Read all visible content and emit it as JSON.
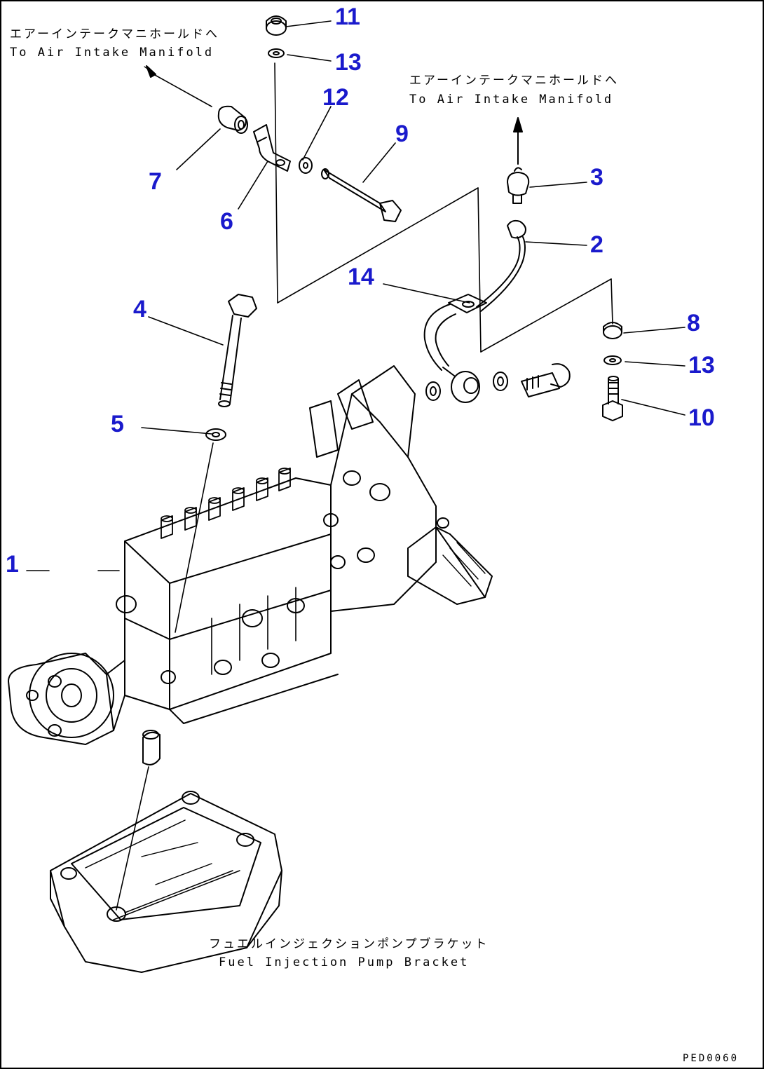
{
  "captions": {
    "air_intake_left_jp": "エアーインテークマニホールドへ",
    "air_intake_left_en": "To Air Intake Manifold",
    "air_intake_right_jp": "エアーインテークマニホールドへ",
    "air_intake_right_en": "To Air Intake Manifold",
    "bracket_jp": "フュエルインジェクションポンプブラケット",
    "bracket_en": "Fuel Injection Pump Bracket"
  },
  "drawing_code": "PED0060",
  "callouts": {
    "c1": "1",
    "c2": "2",
    "c3": "3",
    "c4": "4",
    "c5": "5",
    "c6": "6",
    "c7": "7",
    "c8": "8",
    "c9": "9",
    "c10": "10",
    "c11": "11",
    "c12": "12",
    "c13a": "13",
    "c13b": "13",
    "c14": "14"
  },
  "colors": {
    "callout": "#1a1acc",
    "line": "#000000"
  }
}
